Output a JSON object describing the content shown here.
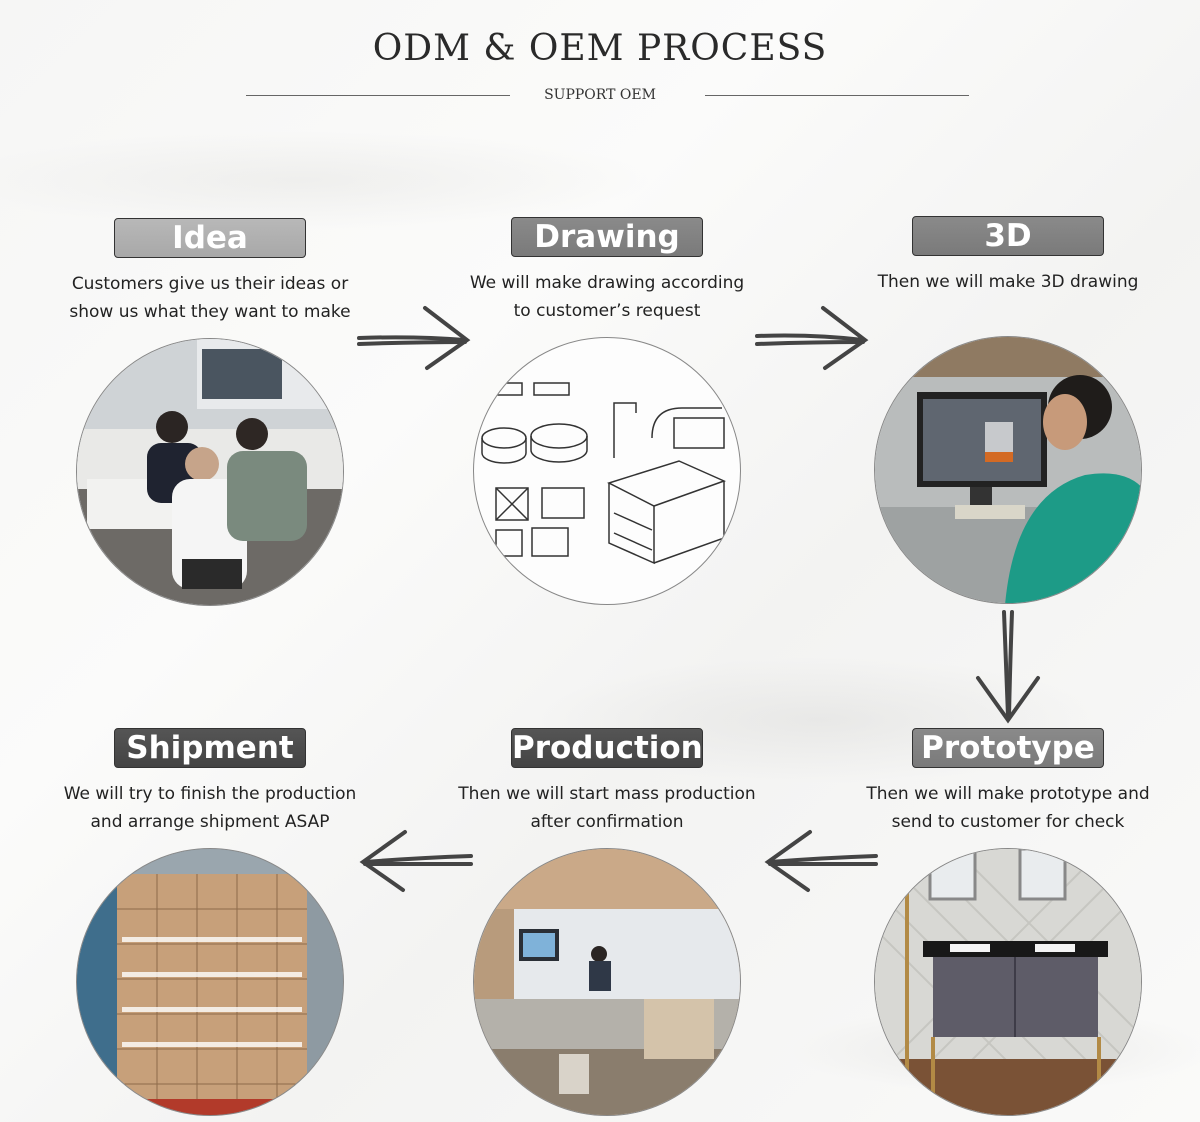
{
  "header": {
    "title": "ODM & OEM PROCESS",
    "subtitle": "SUPPORT OEM"
  },
  "steps": [
    {
      "label": "Idea",
      "line1": "Customers give us their ideas or",
      "line2": "show us what they want to make",
      "image": "meeting-photo"
    },
    {
      "label": "Drawing",
      "line1": "We will make drawing according",
      "line2": "to customer’s request",
      "image": "sketch-drawing"
    },
    {
      "label": "3D",
      "line1": "Then we will make 3D drawing",
      "line2": "",
      "image": "designer-at-computer-photo"
    },
    {
      "label": "Prototype",
      "line1": "Then we will make prototype and",
      "line2": "send to customer for check",
      "image": "vanity-prototype-photo"
    },
    {
      "label": "Production",
      "line1": "Then we will start mass production",
      "line2": "after confirmation",
      "image": "factory-machine-photo"
    },
    {
      "label": "Shipment",
      "line1": "We will try to finish the production",
      "line2": "and arrange shipment ASAP",
      "image": "container-loading-photo"
    }
  ],
  "colors": {
    "label_light": "#aaaaaa",
    "label_mid": "#7f7f7f",
    "label_dark": "#4a4a4a",
    "arrow": "#444444"
  }
}
